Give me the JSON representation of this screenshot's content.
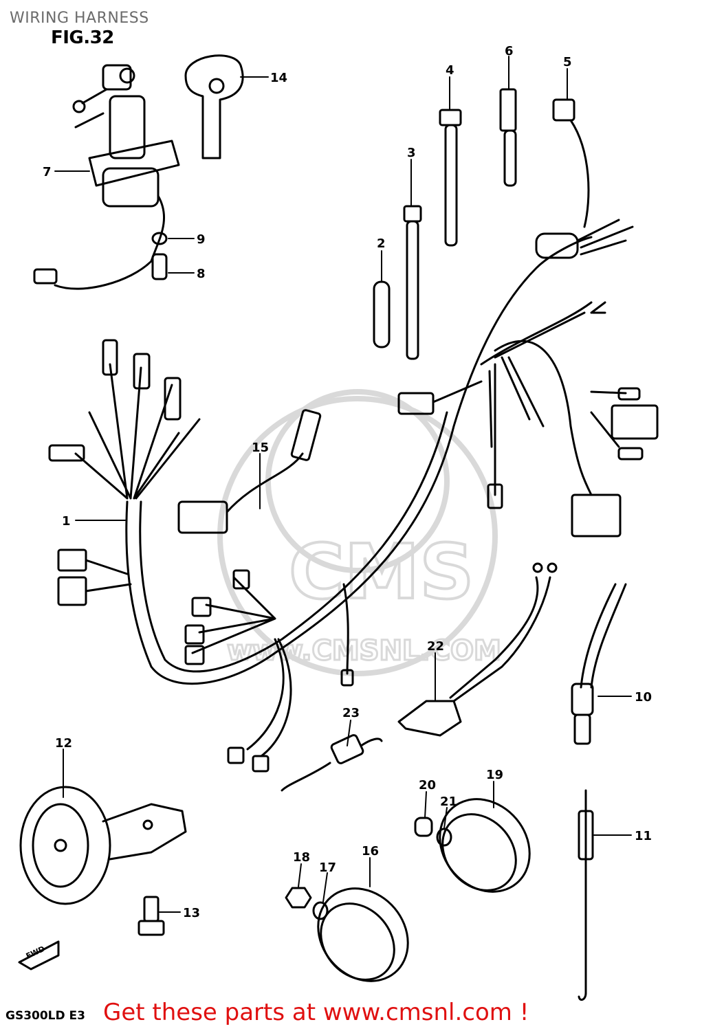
{
  "header": {
    "title": "WIRING HARNESS",
    "figure": "FIG.32"
  },
  "footer": {
    "model": "GS300LD E3",
    "cta": "Get these parts at www.cmsnl.com !"
  },
  "watermark": {
    "text": "CMS",
    "url": "www.CMSNL.COM"
  },
  "fwd_marker": "FWD",
  "callouts": {
    "c1": "1",
    "c2": "2",
    "c3": "3",
    "c4": "4",
    "c5": "5",
    "c6": "6",
    "c7": "7",
    "c8": "8",
    "c9": "9",
    "c10": "10",
    "c11": "11",
    "c12": "12",
    "c13": "13",
    "c14": "14",
    "c15": "15",
    "c16": "16",
    "c17": "17",
    "c18": "18",
    "c19": "19",
    "c20": "20",
    "c21": "21",
    "c22": "22",
    "c23": "23"
  },
  "colors": {
    "ink": "#000000",
    "title": "#6b6b6b",
    "cta": "#e01010",
    "watermark": "#d9d9d9"
  }
}
